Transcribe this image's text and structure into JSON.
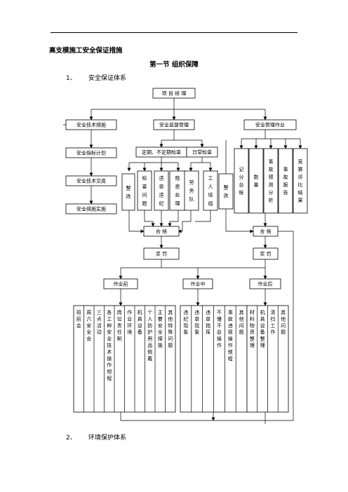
{
  "header": {
    "title": "高支模施工安全保证措施"
  },
  "section": {
    "title": "第一节  组织保障"
  },
  "items": [
    {
      "num": "1、",
      "label": "安全保证体系"
    },
    {
      "num": "2、",
      "label": "环境保护体系"
    }
  ],
  "diagram": {
    "top": "项 目 经 理",
    "col_tech": "安全技术措施",
    "col_supervise": "安全监督管理",
    "col_manage": "安全管理作业",
    "tech_steps": [
      "安全指标计划",
      "安全技术交底",
      "安全措施实施"
    ],
    "supervise_periodic": "定期、不定期检查",
    "supervise_daily": "日常检查",
    "rectify_left": "整改",
    "periodic_items": [
      "检查问题",
      "违章违纪",
      "隐患处理"
    ],
    "daily_items": [
      "劳务队",
      "工人班组"
    ],
    "rectify_right": "整改",
    "manage_items": [
      "记分台帐",
      "数量",
      "事故预测分析",
      "事故报告",
      "竞赛评比结果"
    ],
    "pass_left": "合 格",
    "pass_right": "合 格",
    "reward_left": "奖 罚",
    "reward_right": "奖 罚",
    "phases": [
      "作业前",
      "作业中",
      "作业后"
    ],
    "before_items": [
      "班前会",
      "周六安全会",
      "三点活动",
      "各工种安全技术操作规程",
      "岗位责任制",
      "作业环境",
      "机具设备",
      "个人防护用品佩戴",
      "主要安全措施",
      "其他特殊问题"
    ],
    "during_items": [
      "违纪现象",
      "违章现象",
      "违章指挥",
      "不懂不会操作",
      "事故违规操作规程",
      "其他问题"
    ],
    "after_items": [
      "材料物资整理",
      "机具设备整理",
      "清扫工作",
      "其他问题"
    ]
  }
}
